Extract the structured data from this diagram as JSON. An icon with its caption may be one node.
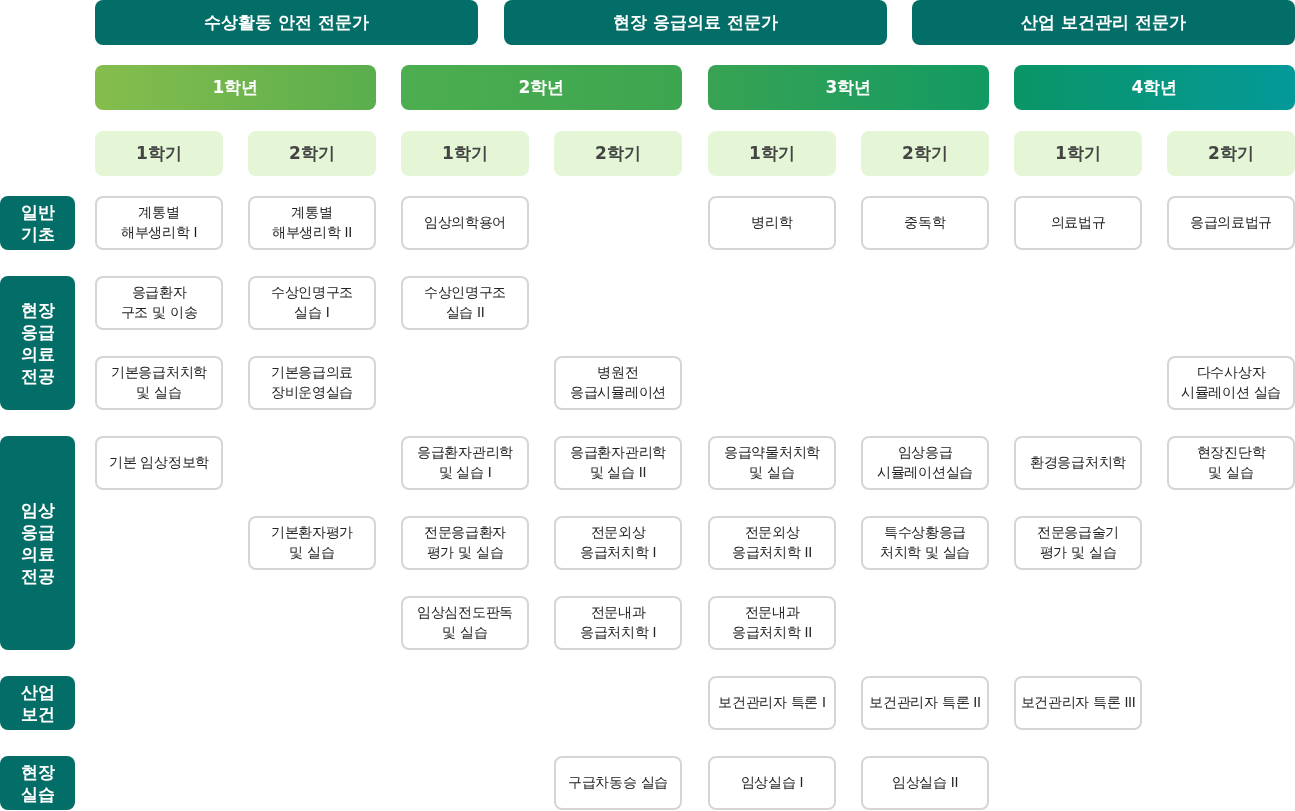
{
  "diagram": {
    "nodes": [
      {
        "text": [
          "수상활동 안전 전문가"
        ]
      },
      {
        "text": [
          "현장 응급의료 전문가"
        ]
      },
      {
        "text": [
          "산업 보건관리 전문가"
        ]
      },
      {
        "text": [
          "1학년"
        ]
      },
      {
        "text": [
          "2학년"
        ]
      },
      {
        "text": [
          "3학년"
        ]
      },
      {
        "text": [
          "4학년"
        ]
      },
      {
        "text": [
          "1학기"
        ]
      },
      {
        "text": [
          "2학기"
        ]
      },
      {
        "text": [
          "1학기"
        ]
      },
      {
        "text": [
          "2학기"
        ]
      },
      {
        "text": [
          "1학기"
        ]
      },
      {
        "text": [
          "2학기"
        ]
      },
      {
        "text": [
          "1학기"
        ]
      },
      {
        "text": [
          "2학기"
        ]
      },
      {
        "text": [
          "일반 기초"
        ]
      },
      {
        "text": [
          "계통별 해부생리학 I"
        ]
      },
      {
        "text": [
          "계통별 해부생리학 II"
        ]
      },
      {
        "text": [
          "임상의학용어"
        ]
      },
      {
        "text": [
          "병리학"
        ]
      },
      {
        "text": [
          "중독학"
        ]
      },
      {
        "text": [
          "의료법규"
        ]
      },
      {
        "text": [
          "응급의료법규"
        ]
      },
      {
        "text": [
          "현장 응급 의료 전공"
        ]
      },
      {
        "text": [
          "응급환자 구조 및 이송"
        ]
      },
      {
        "text": [
          "수상인명구조 실습 I"
        ]
      },
      {
        "text": [
          "수상인명구조 실습 II"
        ]
      },
      {
        "text": [
          "기본응급처치학 및 실습"
        ]
      },
      {
        "text": [
          "기본응급의료 장비운영실습"
        ]
      },
      {
        "text": [
          "병원전 응급시뮬레이션"
        ]
      },
      {
        "text": [
          "다수사상자 시뮬레이션 실습"
        ]
      },
      {
        "text": [
          "임상 응급 의료 전공"
        ]
      },
      {
        "text": [
          "기본 임상정보학"
        ]
      },
      {
        "text": [
          "응급환자관리학 및 실습 I"
        ]
      },
      {
        "text": [
          "응급환자관리학 및 실습 II"
        ]
      },
      {
        "text": [
          "응급약물처치학 및 실습"
        ]
      },
      {
        "text": [
          "임상응급 시뮬레이션실습"
        ]
      },
      {
        "text": [
          "환경응급처치학"
        ]
      },
      {
        "text": [
          "현장진단학 및 실습"
        ]
      },
      {
        "text": [
          "기본환자평가 및 실습"
        ]
      },
      {
        "text": [
          "전문응급환자 평가 및 실습"
        ]
      },
      {
        "text": [
          "전문외상 응급처치학 I"
        ]
      },
      {
        "text": [
          "전문외상 응급처치학 II"
        ]
      },
      {
        "text": [
          "특수상황응급 처치학 및 실습"
        ]
      },
      {
        "text": [
          "전문응급술기 평가 및 실습"
        ]
      },
      {
        "text": [
          "임상심전도판독 및 실습"
        ]
      },
      {
        "text": [
          "전문내과 응급처치학 I"
        ]
      },
      {
        "text": [
          "전문내과 응급처치학 II"
        ]
      },
      {
        "text": [
          "산업 보건"
        ]
      },
      {
        "text": [
          "보건관리자 특론 I"
        ]
      },
      {
        "text": [
          "보건관리자 특론 II"
        ]
      },
      {
        "text": [
          "보건관리자 특론 III"
        ]
      },
      {
        "text": [
          "현장 실습"
        ]
      },
      {
        "text": [
          "구급차동승 실습"
        ]
      },
      {
        "text": [
          "임상실습 I"
        ]
      },
      {
        "text": [
          "임상실습 II"
        ]
      }
    ]
  }
}
